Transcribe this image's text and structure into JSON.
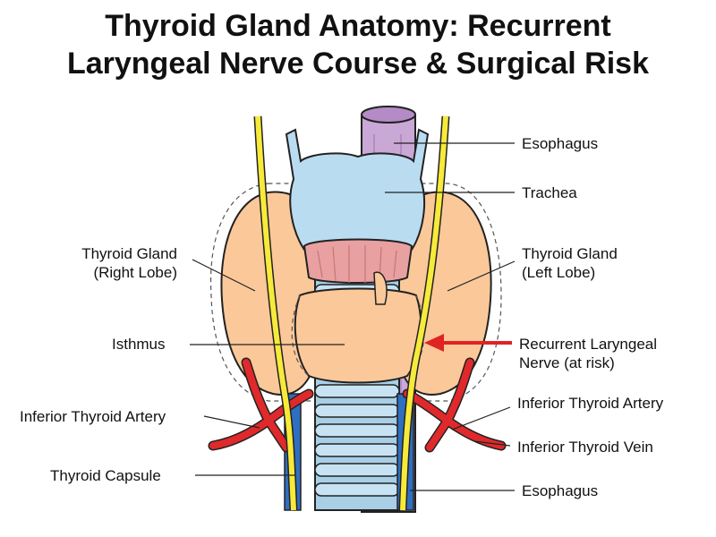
{
  "title": {
    "line1": "Thyroid Gland Anatomy: Recurrent",
    "line2": "Laryngeal Nerve Course & Surgical Risk"
  },
  "labels": {
    "esophagus_top": "Esophagus",
    "trachea": "Trachea",
    "thyroid_left": {
      "line1": "Thyroid Gland",
      "line2": "(Left Lobe)"
    },
    "thyroid_right": {
      "line1": "Thyroid Gland",
      "line2": "(Right Lobe)"
    },
    "isthmus": "Isthmus",
    "rln": {
      "line1": "Recurrent Laryngeal",
      "line2": "Nerve (at risk)"
    },
    "inferior_thyroid_artery_left": "Inferior Thyroid Artery",
    "inferior_thyroid_artery_right": "Inferior Thyroid Artery",
    "inferior_thyroid_vein": "Inferior Thyroid Vein",
    "thyroid_capsule": "Thyroid Capsule",
    "esophagus_bottom": "Esophagus"
  },
  "colors": {
    "thyroid": "#fbc899",
    "cartilage": "#b9dcf0",
    "esophagus": "#c9a8d6",
    "nerve": "#f7ea3a",
    "artery": "#e0292b",
    "vein": "#2f6fc0",
    "arrow": "#e02424",
    "muscle": "#e8a0a0"
  }
}
